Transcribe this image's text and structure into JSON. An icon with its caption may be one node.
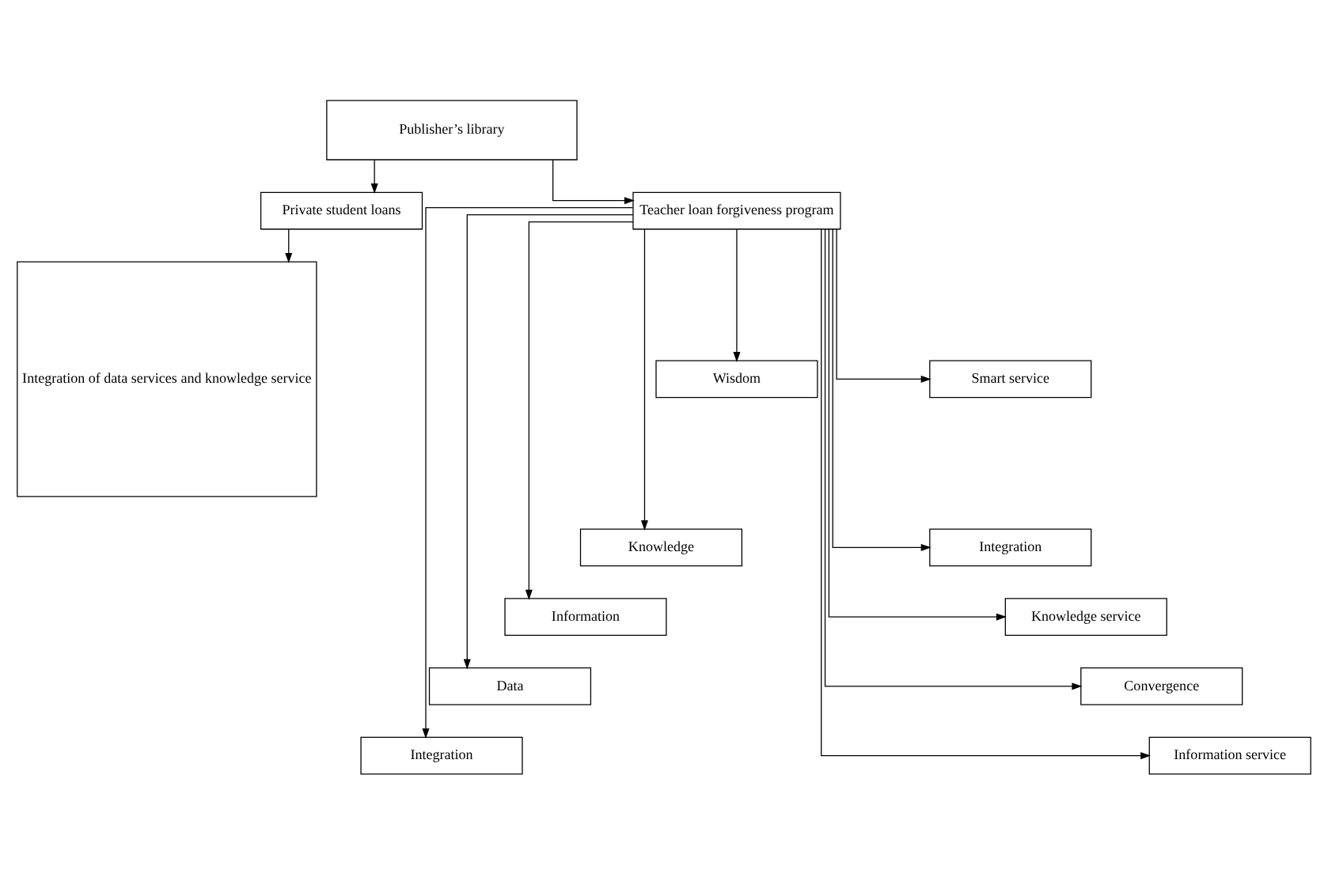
{
  "diagram": {
    "nodes": [
      {
        "text": [
          "Publisher’s library"
        ]
      },
      {
        "text": [
          "Private student loans"
        ]
      },
      {
        "text": [
          "Teacher loan forgiveness program"
        ]
      },
      {
        "text": [
          "Integration of data services and knowledge service"
        ]
      },
      {
        "text": [
          "Wisdom"
        ]
      },
      {
        "text": [
          "Smart service"
        ]
      },
      {
        "text": [
          "Knowledge"
        ]
      },
      {
        "text": [
          "Integration"
        ]
      },
      {
        "text": [
          "Information"
        ]
      },
      {
        "text": [
          "Knowledge service"
        ]
      },
      {
        "text": [
          "Data"
        ]
      },
      {
        "text": [
          "Convergence"
        ]
      },
      {
        "text": [
          "Integration"
        ]
      },
      {
        "text": [
          "Information service"
        ]
      }
    ],
    "edges": [
      {
        "from": 0,
        "to": 1,
        "arrow": "to"
      },
      {
        "from": 0,
        "to": 2,
        "arrow": "to"
      },
      {
        "from": 1,
        "to": 3,
        "arrow": "to"
      },
      {
        "from": 2,
        "to": 4,
        "arrow": "to"
      },
      {
        "from": 2,
        "to": 5,
        "arrow": "to"
      },
      {
        "from": 2,
        "to": 6,
        "arrow": "to"
      },
      {
        "from": 2,
        "to": 7,
        "arrow": "to"
      },
      {
        "from": 2,
        "to": 8,
        "arrow": "to"
      },
      {
        "from": 2,
        "to": 9,
        "arrow": "to"
      },
      {
        "from": 2,
        "to": 10,
        "arrow": "to"
      },
      {
        "from": 2,
        "to": 11,
        "arrow": "to"
      },
      {
        "from": 2,
        "to": 12,
        "arrow": "to"
      },
      {
        "from": 2,
        "to": 13,
        "arrow": "to"
      }
    ]
  }
}
